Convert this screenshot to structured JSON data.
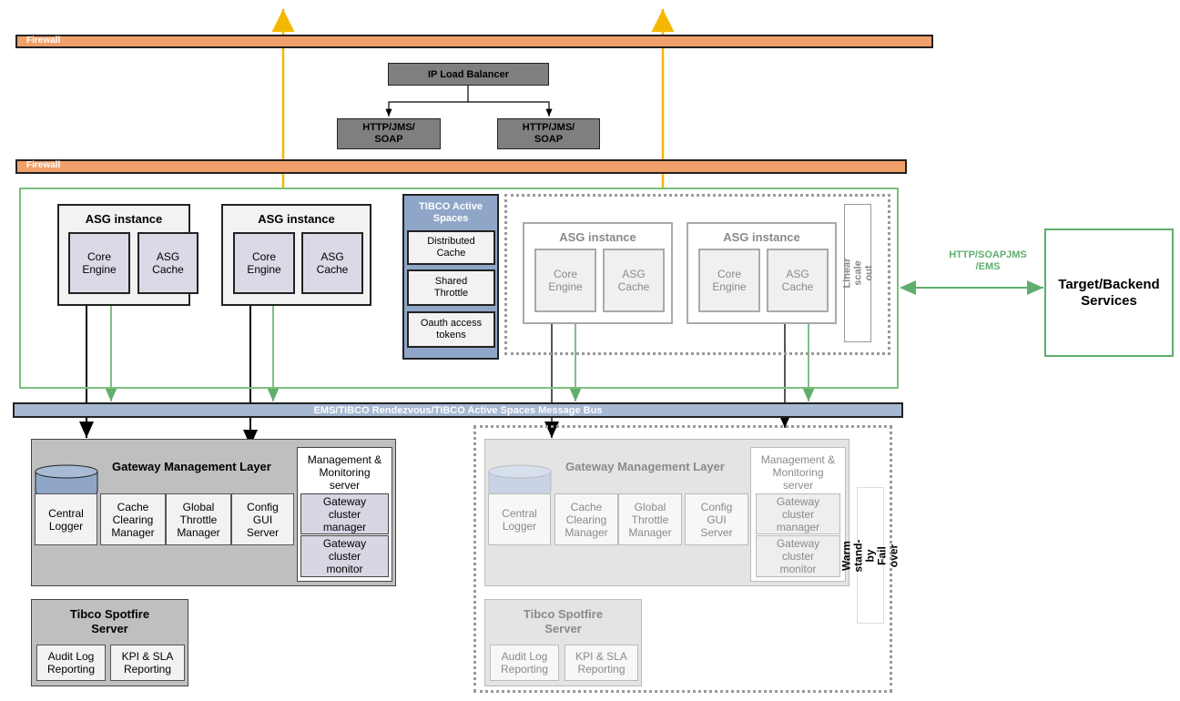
{
  "firewalls": {
    "top": "Firewall",
    "middle": "Firewall"
  },
  "load_balancer": "IP Load Balancer",
  "http_nodes": [
    "HTTP/JMS/\nSOAP",
    "HTTP/JMS/\nSOAP"
  ],
  "asg": {
    "title": "ASG instance",
    "core_engine": "Core\nEngine",
    "asg_cache": "ASG\nCache"
  },
  "tibco": {
    "title": "TIBCO Active\nSpaces",
    "items": [
      "Distributed\nCache",
      "Shared\nThrottle",
      "Oauth access\ntokens"
    ]
  },
  "linear_scale": "Linear\nscale out",
  "protocol_label": "HTTP/SOAPJMS\n/EMS",
  "target": "Target/Backend\nServices",
  "bus": "EMS/TIBCO Rendezvous/TIBCO Active Spaces Message Bus",
  "gml": {
    "title": "Gateway Management Layer",
    "components": [
      "Central\nLogger",
      "Cache\nClearing\nManager",
      "Global\nThrottle\nManager",
      "Config\nGUI\nServer"
    ],
    "mgmt_title": "Management &\nMonitoring\nserver",
    "mgmt_items": [
      "Gateway\ncluster\nmanager",
      "Gateway\ncluster\nmonitor"
    ]
  },
  "warm_standby": "Warm stand-by\nFail over",
  "spotfire": {
    "title": "Tibco Spotfire\nServer",
    "items": [
      "Audit Log\nReporting",
      "KPI & SLA\nReporting"
    ]
  },
  "colors": {
    "firewall": "#f0a06a",
    "bus": "#a6b8d2",
    "green": "#5fae6e",
    "yellow_arrow": "#f5b800"
  }
}
